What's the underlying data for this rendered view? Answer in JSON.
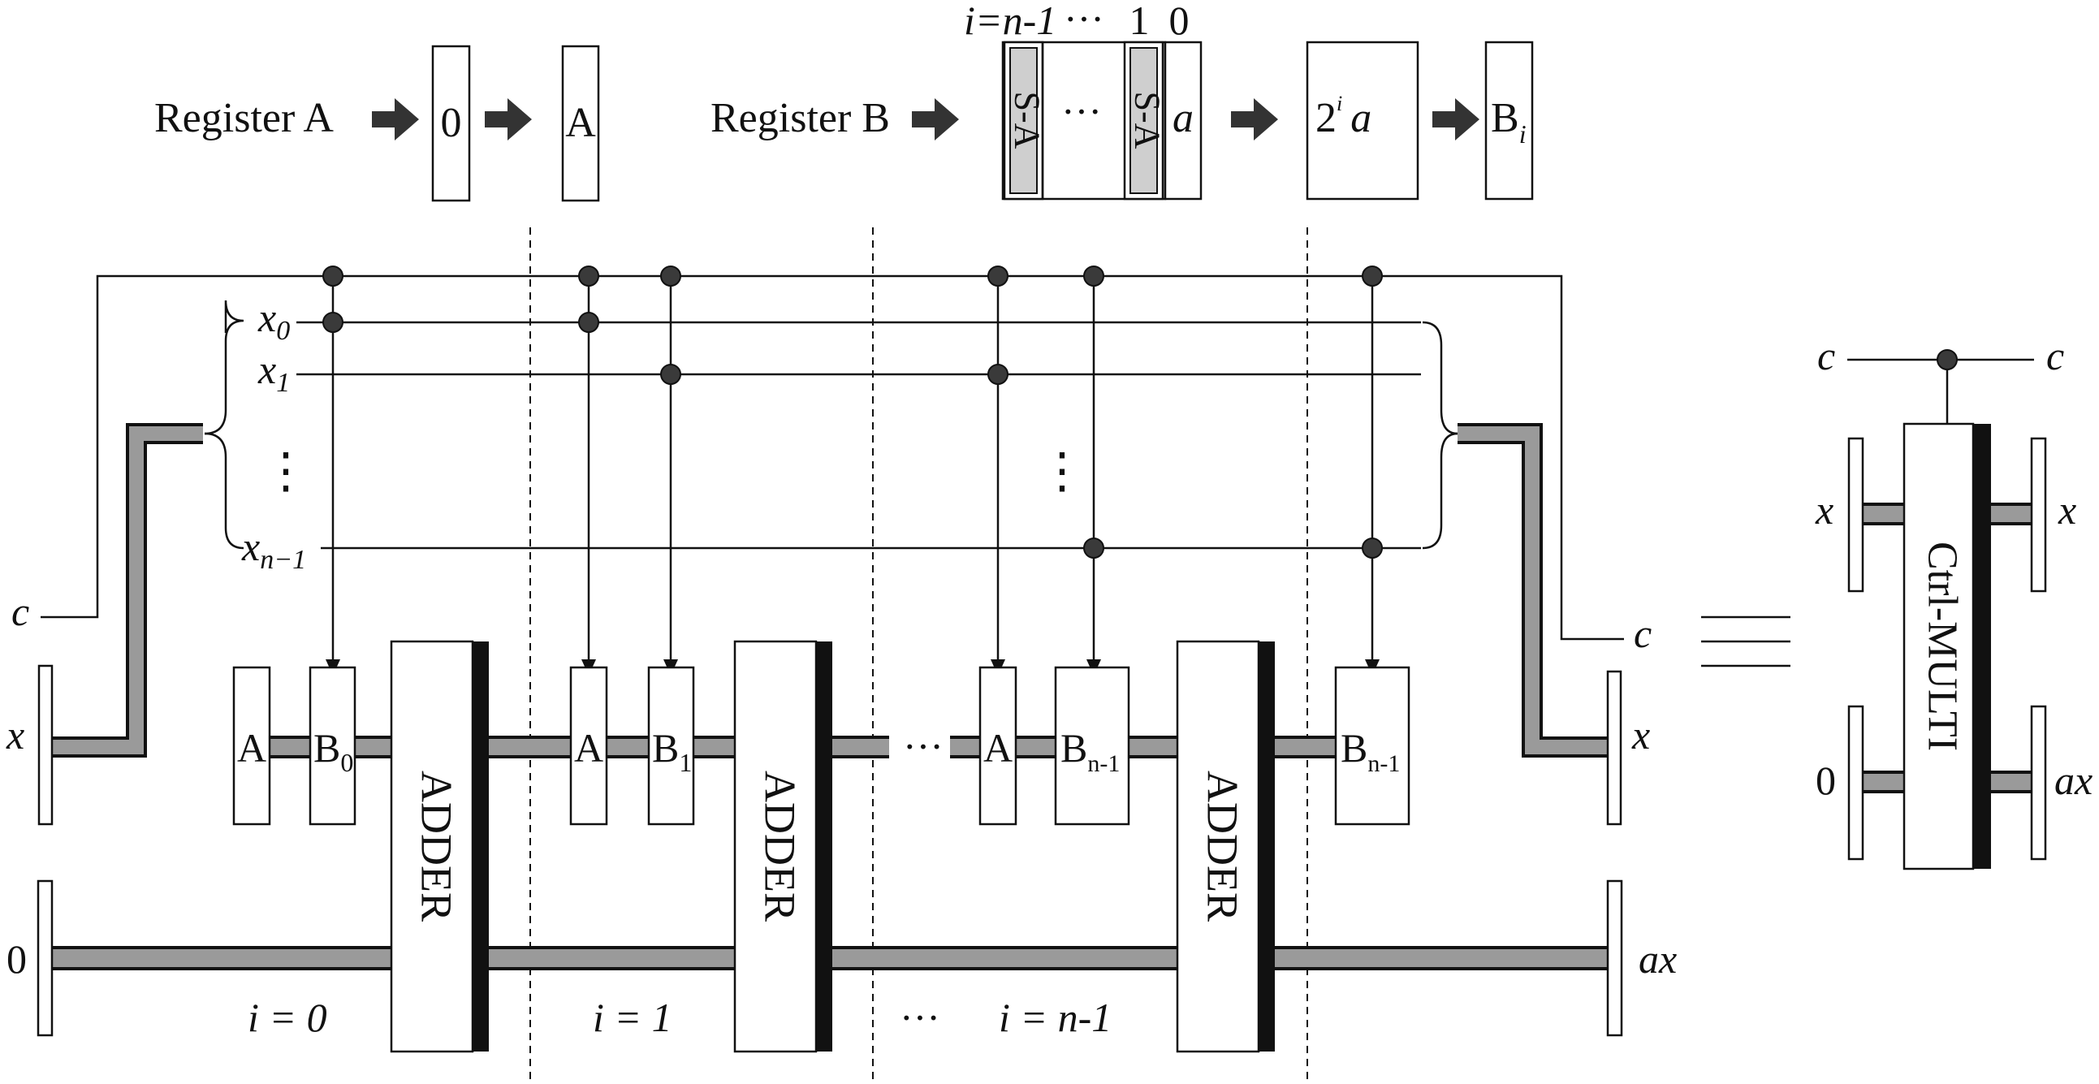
{
  "top": {
    "register_a_label": "Register A",
    "register_a_init": "0",
    "register_a_value": "A",
    "register_b_label": "Register B",
    "b_index_first": "i=n-1",
    "b_index_dots": "···",
    "b_index_one": "1",
    "b_index_zero": "0",
    "sa_label": "S-A",
    "b_mid_dots": "···",
    "b_a_cell": "a",
    "shift_base": "2",
    "shift_exp": "i",
    "shift_a": "a",
    "b_i_base": "B",
    "b_i_sub": "i"
  },
  "wires": {
    "c_left": "c",
    "c_right": "c",
    "x_left": "x",
    "x_right": "x",
    "zero_left": "0",
    "ax_right": "ax",
    "x0_base": "x",
    "x0_sub": "0",
    "x1_base": "x",
    "x1_sub": "1",
    "xn_base": "x",
    "xn_sub": "n−1",
    "vdots": "⋮"
  },
  "stages": {
    "a_label": "A",
    "adder_label": "ADDER",
    "b_base": "B",
    "b0_sub": "0",
    "b1_sub": "1",
    "bn_sub": "n-1",
    "ellipsis": "···",
    "i0": "i = 0",
    "i1": "i = 1",
    "in": "i = n-1",
    "i_ellipsis": "···"
  },
  "equiv": {
    "symbol": "≡",
    "c_left": "c",
    "c_right": "c",
    "x_left": "x",
    "x_right": "x",
    "zero_left": "0",
    "ax_right": "ax",
    "block_label": "Ctrl-MULTI"
  }
}
